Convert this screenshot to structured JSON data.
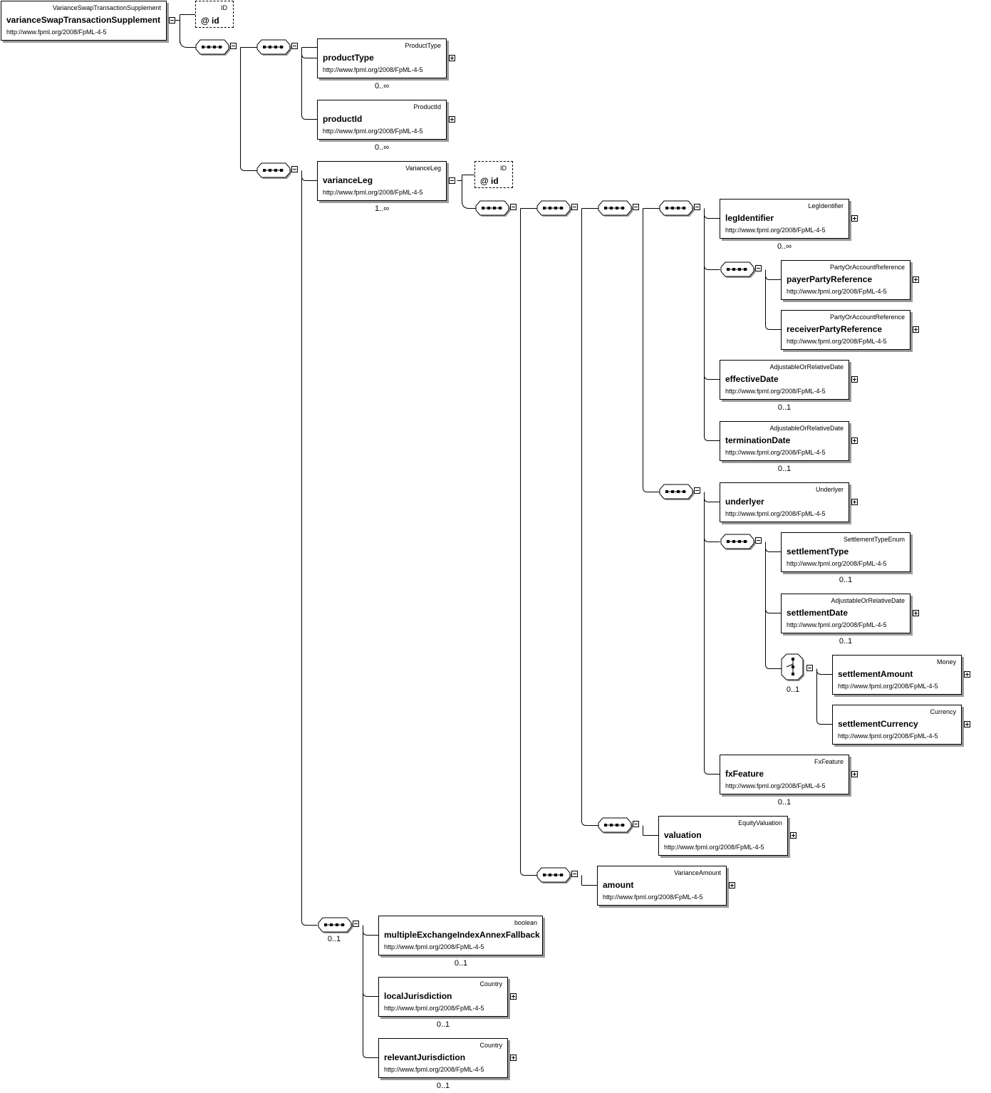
{
  "root": {
    "type": "VarianceSwapTransactionSupplement",
    "name": "varianceSwapTransactionSupplement",
    "ns": "http://www.fpml.org/2008/FpML-4-5"
  },
  "attributes": {
    "root_id": {
      "type": "ID",
      "name": "@ id"
    },
    "leg_id": {
      "type": "ID",
      "name": "@ id"
    }
  },
  "elements": {
    "productType": {
      "type": "ProductType",
      "name": "productType",
      "ns": "http://www.fpml.org/2008/FpML-4-5",
      "card": "0..∞"
    },
    "productId": {
      "type": "ProductId",
      "name": "productId",
      "ns": "http://www.fpml.org/2008/FpML-4-5",
      "card": "0..∞"
    },
    "varianceLeg": {
      "type": "VarianceLeg",
      "name": "varianceLeg",
      "ns": "http://www.fpml.org/2008/FpML-4-5",
      "card": "1..∞"
    },
    "legIdentifier": {
      "type": "LegIdentifier",
      "name": "legIdentifier",
      "ns": "http://www.fpml.org/2008/FpML-4-5",
      "card": "0..∞"
    },
    "payerPartyReference": {
      "type": "PartyOrAccountReference",
      "name": "payerPartyReference",
      "ns": "http://www.fpml.org/2008/FpML-4-5"
    },
    "receiverPartyReference": {
      "type": "PartyOrAccountReference",
      "name": "receiverPartyReference",
      "ns": "http://www.fpml.org/2008/FpML-4-5"
    },
    "effectiveDate": {
      "type": "AdjustableOrRelativeDate",
      "name": "effectiveDate",
      "ns": "http://www.fpml.org/2008/FpML-4-5",
      "card": "0..1"
    },
    "terminationDate": {
      "type": "AdjustableOrRelativeDate",
      "name": "terminationDate",
      "ns": "http://www.fpml.org/2008/FpML-4-5",
      "card": "0..1"
    },
    "underlyer": {
      "type": "Underlyer",
      "name": "underlyer",
      "ns": "http://www.fpml.org/2008/FpML-4-5"
    },
    "settlementType": {
      "type": "SettlementTypeEnum",
      "name": "settlementType",
      "ns": "http://www.fpml.org/2008/FpML-4-5",
      "card": "0..1"
    },
    "settlementDate": {
      "type": "AdjustableOrRelativeDate",
      "name": "settlementDate",
      "ns": "http://www.fpml.org/2008/FpML-4-5",
      "card": "0..1"
    },
    "settlementAmount": {
      "type": "Money",
      "name": "settlementAmount",
      "ns": "http://www.fpml.org/2008/FpML-4-5"
    },
    "settlementCurrency": {
      "type": "Currency",
      "name": "settlementCurrency",
      "ns": "http://www.fpml.org/2008/FpML-4-5"
    },
    "fxFeature": {
      "type": "FxFeature",
      "name": "fxFeature",
      "ns": "http://www.fpml.org/2008/FpML-4-5",
      "card": "0..1"
    },
    "valuation": {
      "type": "EquityValuation",
      "name": "valuation",
      "ns": "http://www.fpml.org/2008/FpML-4-5"
    },
    "amount": {
      "type": "VarianceAmount",
      "name": "amount",
      "ns": "http://www.fpml.org/2008/FpML-4-5"
    },
    "multipleExchangeIndexAnnexFallback": {
      "type": "boolean",
      "name": "multipleExchangeIndexAnnexFallback",
      "ns": "http://www.fpml.org/2008/FpML-4-5",
      "card": "0..1"
    },
    "localJurisdiction": {
      "type": "Country",
      "name": "localJurisdiction",
      "ns": "http://www.fpml.org/2008/FpML-4-5",
      "card": "0..1"
    },
    "relevantJurisdiction": {
      "type": "Country",
      "name": "relevantJurisdiction",
      "ns": "http://www.fpml.org/2008/FpML-4-5",
      "card": "0..1"
    }
  },
  "compositor_cards": {
    "settlement_choice": "0..1",
    "jurisdiction_sequence": "0..1"
  },
  "colors": {
    "line": "#000000",
    "shadow": "#9a9a9a",
    "background": "#ffffff"
  }
}
